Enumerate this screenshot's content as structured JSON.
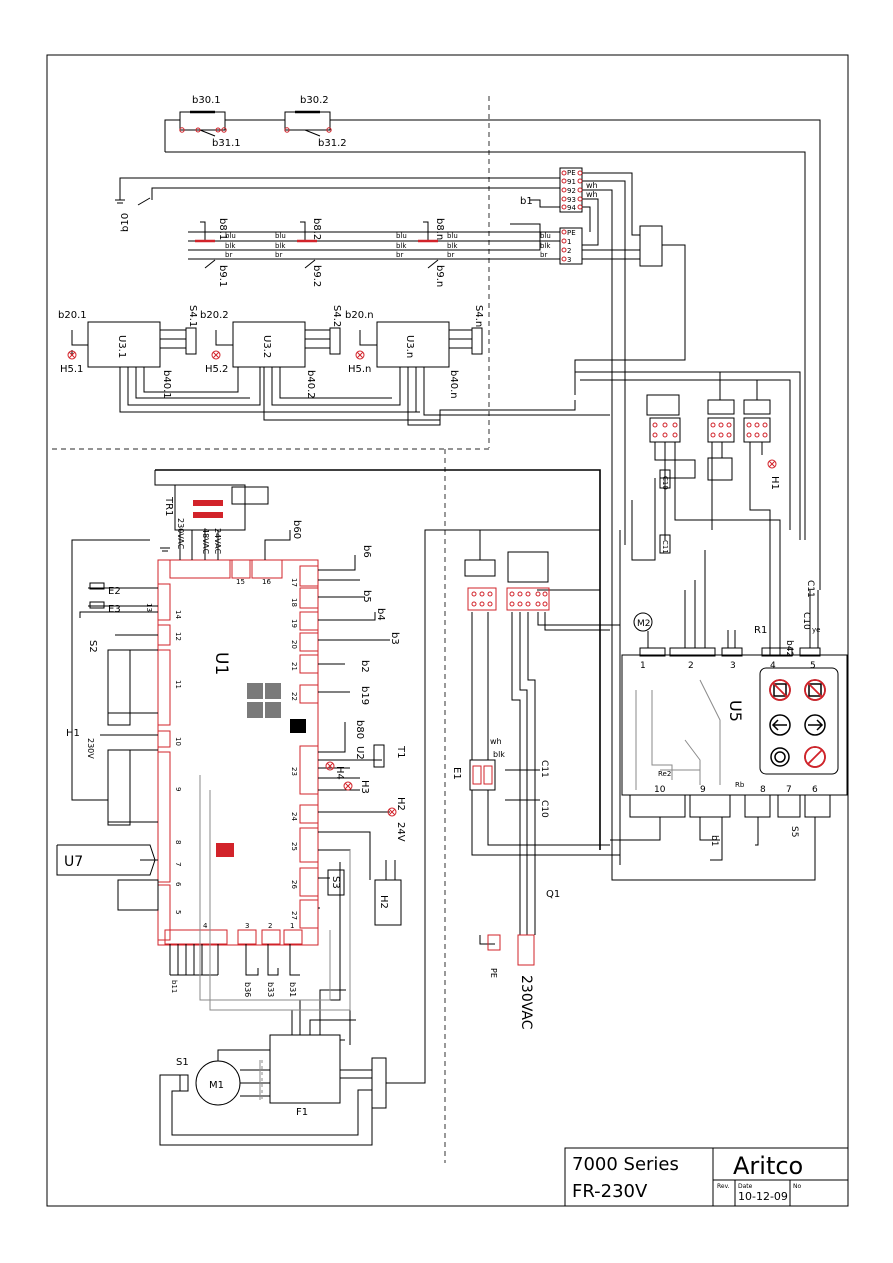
{
  "title_block": {
    "series": "7000 Series",
    "model": "FR-230V",
    "company": "Aritco",
    "rev_label": "Rev.",
    "date_label": "Date",
    "no_label": "No",
    "date": "10-12-09"
  },
  "components": {
    "b30_1": "b30.1",
    "b30_2": "b30.2",
    "b31_1": "b31.1",
    "b31_2": "b31.2",
    "b10": "b10",
    "b1_top": "b1",
    "b8_1": "b8.1",
    "b8_2": "b8.2",
    "b8_n": "b8.n",
    "b9_1": "b9.1",
    "b9_2": "b9.2",
    "b9_n": "b9.n",
    "b20_1": "b20.1",
    "b20_2": "b20.2",
    "b20_n": "b20.n",
    "s4_1": "S4.1",
    "s4_2": "S4.2",
    "s4_n": "S4.n",
    "u3_1": "U3.1",
    "u3_2": "U3.2",
    "u3_n": "U3.n",
    "h5_1": "H5.1",
    "h5_2": "H5.2",
    "h5_n": "H5.n",
    "b40_1": "b40.1",
    "b40_2": "b40.2",
    "b40_n": "b40.n",
    "tr1": "TR1",
    "v230ac": "230VAC",
    "v48ac": "48VAC",
    "v24ac": "24VAC",
    "b60": "b60",
    "b6": "b6",
    "b5": "b5",
    "b4": "b4",
    "b3": "b3",
    "b2": "b2",
    "b19": "b19",
    "b80": "b80",
    "u2": "U2",
    "t1": "T1",
    "h4": "H4",
    "h3": "H3",
    "h2": "H2",
    "v24": "24V",
    "h2_box": "H2",
    "s3": "S3",
    "u1": "U1",
    "e2": "E2",
    "e3": "E3",
    "s2": "S2",
    "h1_left": "H1",
    "v230": "230V",
    "u7": "U7",
    "b11": "b11",
    "b36": "b36",
    "b33": "b33",
    "b31": "b31",
    "s1": "S1",
    "m1": "M1",
    "f1": "F1",
    "e1": "E1",
    "wh": "wh",
    "blk": "blk",
    "c11": "C11",
    "c10": "C10",
    "q1": "Q1",
    "pe": "PE",
    "vac230": "230VAC",
    "m2": "M2",
    "u5": "U5",
    "r1": "R1",
    "b42": "b42",
    "c11_right": "C11",
    "c10_right": "C10",
    "s5": "S5",
    "b1_right": "b1",
    "h1_right": "H1",
    "re2": "Re2",
    "rb": "Rb"
  },
  "terminals": {
    "top_rows": [
      "PE",
      "91",
      "92",
      "93",
      "94"
    ],
    "mid_rows": [
      "PE",
      "1",
      "2",
      "3"
    ],
    "u1_left_blocks": [
      "14",
      "13",
      "12",
      "11",
      "10",
      "9",
      "8",
      "7",
      "6",
      "5",
      "4"
    ],
    "u1_right_blocks": [
      "17",
      "18",
      "19",
      "20",
      "21",
      "22",
      "23",
      "24",
      "25",
      "26",
      "27"
    ],
    "u1_bottom_blocks": [
      "3",
      "2",
      "1"
    ],
    "u1_top_blocks": [
      "15",
      "16"
    ],
    "u5_top_blocks": [
      "1",
      "2",
      "3",
      "4",
      "5"
    ],
    "u5_bottom_blocks": [
      "10",
      "9",
      "8",
      "7",
      "6"
    ]
  },
  "wire_colours": {
    "blu": "blu",
    "blk": "blk",
    "br": "br",
    "wh": "wh",
    "ye": "ye"
  },
  "colors": {
    "terminal_red": "#d2232a",
    "line": "#000000",
    "grey_wire": "#8a8a8a"
  }
}
